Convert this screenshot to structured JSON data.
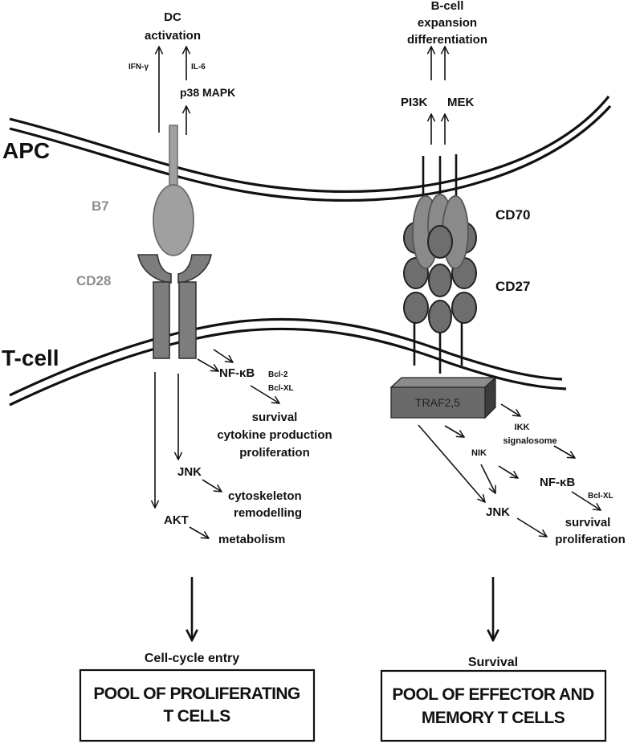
{
  "cells": {
    "apc_label": "APC",
    "tcell_label": "T-cell"
  },
  "left_pathway": {
    "ligand_label": "B7",
    "receptor_label": "CD28",
    "dc_activation": [
      "DC",
      "activation"
    ],
    "ifn_gamma": "IFN-γ",
    "il6": "IL-6",
    "p38": "p38 MAPK",
    "nfkb": "NF-κB",
    "bcl2": "Bcl-2",
    "bclxl": "Bcl-XL",
    "nfkb_outcomes": [
      "survival",
      "cytokine production",
      "proliferation"
    ],
    "jnk": "JNK",
    "jnk_outcomes": [
      "cytoskeleton",
      "remodelling"
    ],
    "akt": "AKT",
    "akt_outcome": "metabolism",
    "result_label": "Cell-cycle entry",
    "result_box": [
      "POOL OF PROLIFERATING",
      "T CELLS"
    ]
  },
  "right_pathway": {
    "bcell_outcome": [
      "B-cell",
      "expansion",
      "differentiation"
    ],
    "pi3k": "PI3K",
    "mek": "MEK",
    "ligand_label": "CD70",
    "receptor_label": "CD27",
    "adaptor": "TRAF2,5",
    "ikk": [
      "IKK",
      "signalosome"
    ],
    "nik": "NIK",
    "nfkb": "NF-κB",
    "bclxl": "Bcl-XL",
    "jnk": "JNK",
    "outcomes": [
      "survival",
      "proliferation"
    ],
    "result_label": "Survival",
    "result_box": [
      "POOL OF EFFECTOR AND",
      "MEMORY T CELLS"
    ]
  },
  "colors": {
    "b7_fill": "#a0a0a0",
    "cd28_fill": "#7d7d7d",
    "cd70_fill": "#8a8a8a",
    "cd27_fill": "#6e6e6e",
    "traf_front": "#6a6a6a",
    "traf_top": "#8c8c8c",
    "traf_side": "#3c3c3c",
    "grey_label": "#8e8e8e"
  }
}
